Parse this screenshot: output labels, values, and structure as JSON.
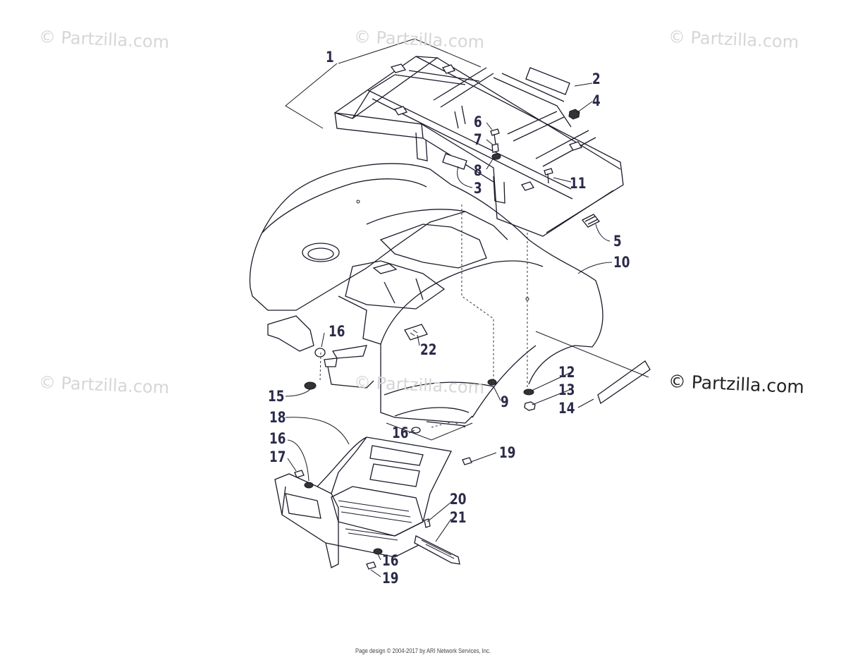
{
  "watermarks": {
    "top_left": "© Partzilla.com",
    "top_center": "© Partzilla.com",
    "top_right": "© Partzilla.com",
    "mid_left": "© Partzilla.com",
    "mid_center": "© Partzilla.com",
    "mid_right": "© Partzilla.com"
  },
  "callouts": {
    "c1": "1",
    "c2": "2",
    "c3": "3",
    "c4": "4",
    "c5": "5",
    "c6": "6",
    "c7": "7",
    "c8": "8",
    "c9": "9",
    "c10": "10",
    "c11": "11",
    "c12": "12",
    "c13": "13",
    "c14": "14",
    "c15": "15",
    "c16a": "16",
    "c16b": "16",
    "c16c": "16",
    "c16d": "16",
    "c17": "17",
    "c18": "18",
    "c19a": "19",
    "c19b": "19",
    "c20": "20",
    "c21": "21",
    "c22": "22"
  },
  "footer": {
    "text": "Page design © 2004-2017 by ARI Network Services, Inc."
  },
  "colors": {
    "callout": "#2a2a4a",
    "watermark": "#d6d6d6",
    "line": "#1a1a2a"
  }
}
